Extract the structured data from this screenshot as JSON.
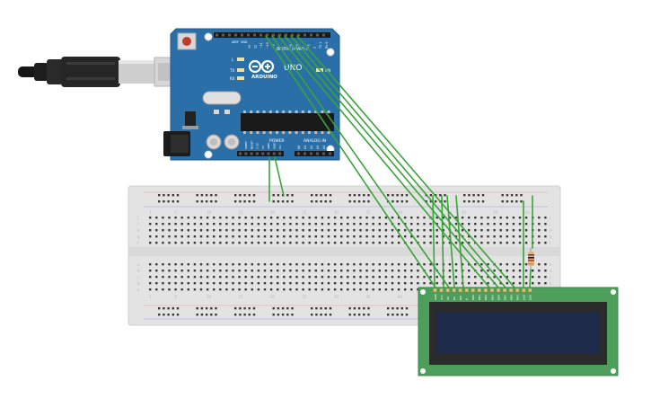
{
  "arduino": {
    "logo_text": "ARDUINO",
    "model": "UNO",
    "digital_label": "DIGITAL (PWM ~)",
    "power_label": "POWER",
    "analog_label": "ANALOG IN",
    "aref": "AREF",
    "gnd": "GND",
    "tx": "TX",
    "rx": "RX",
    "led_l": "L",
    "on": "ON",
    "power_pins": [
      "IOREF",
      "RESET",
      "3.3V",
      "5V",
      "GND",
      "GND",
      "Vin"
    ],
    "analog_pins": [
      "A0",
      "A1",
      "A2",
      "A3",
      "A4",
      "A5"
    ],
    "digital_pins": [
      "13",
      "12",
      "~11",
      "~10",
      "~9",
      "8",
      "7",
      "~6",
      "~5",
      "4",
      "~3",
      "2",
      "TX 1",
      "RX 0"
    ]
  },
  "breadboard": {
    "column_numbers": [
      "1",
      "5",
      "10",
      "15",
      "20",
      "25",
      "30",
      "35",
      "40",
      "45",
      "50",
      "55",
      "60"
    ],
    "row_letters_top": [
      "j",
      "i",
      "h",
      "g",
      "f"
    ],
    "row_letters_bottom": [
      "e",
      "d",
      "c",
      "b",
      "a"
    ]
  },
  "lcd": {
    "pin_labels": [
      "GND",
      "VCC",
      "V0",
      "RS",
      "RW",
      "E",
      "DB0",
      "DB1",
      "DB2",
      "DB3",
      "DB4",
      "DB5",
      "DB6",
      "DB7",
      "LED",
      "LED"
    ]
  },
  "colors": {
    "board": "#2b6fa8",
    "wire": "#3aa33a",
    "lcd_pcb": "#4c9e5a",
    "lcd_screen": "#1d2a4a",
    "breadboard": "#e3e3e3"
  }
}
